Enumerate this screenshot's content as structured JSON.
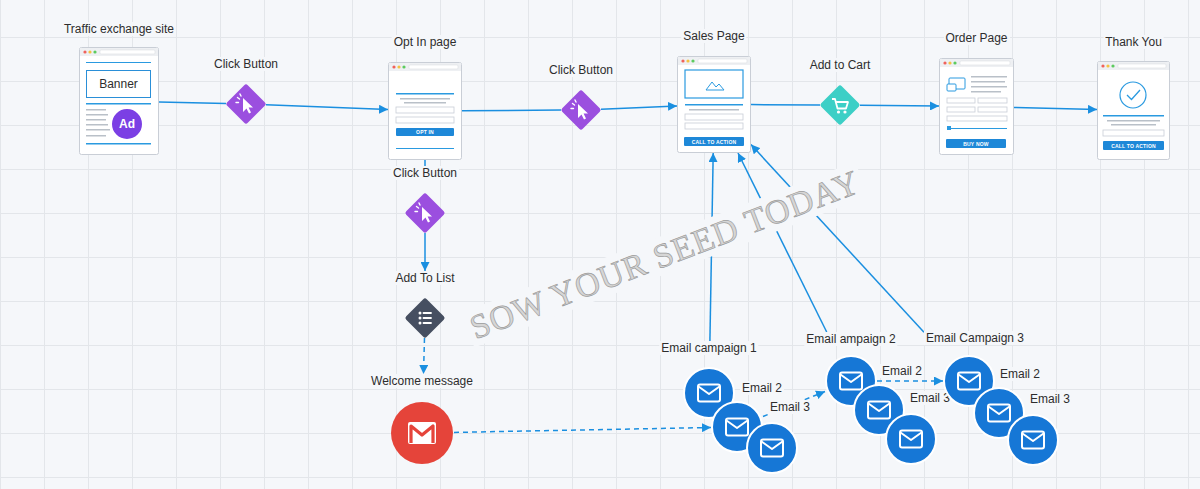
{
  "diagram": {
    "nodes": [
      {
        "text": [
          "Traffic exchange site"
        ]
      },
      {
        "text": [
          "Banner"
        ],
        "in": 0
      },
      {
        "text": [
          "Ad"
        ],
        "in": 0
      },
      {
        "text": [
          "Click Button"
        ]
      },
      {
        "text": [
          "Opt In page"
        ]
      },
      {
        "text": [
          "OPT IN"
        ],
        "in": 4
      },
      {
        "text": [
          "Click Button"
        ]
      },
      {
        "text": [
          "Sales Page"
        ]
      },
      {
        "text": [
          "CALL TO ACTION"
        ],
        "in": 7
      },
      {
        "text": [
          "Add to Cart"
        ]
      },
      {
        "text": [
          "Order Page"
        ]
      },
      {
        "text": [
          "BUY NOW"
        ],
        "in": 10
      },
      {
        "text": [
          "Thank You"
        ]
      },
      {
        "text": [
          "CALL TO ACTION"
        ],
        "in": 12
      },
      {
        "text": [
          "Click Button"
        ]
      },
      {
        "text": [
          "Add To List"
        ]
      },
      {
        "text": [
          "Welcome message"
        ]
      },
      {
        "text": [
          "Email campaign 1"
        ]
      },
      {
        "text": [
          "Email 2"
        ]
      },
      {
        "text": [
          "Email 3"
        ]
      },
      {
        "text": [
          "Email ampaign 2"
        ]
      },
      {
        "text": [
          "Email 2"
        ]
      },
      {
        "text": [
          "Email 3"
        ]
      },
      {
        "text": [
          "Email Campaign 3"
        ]
      },
      {
        "text": [
          "Email 2"
        ]
      },
      {
        "text": [
          "Email 3"
        ]
      }
    ],
    "edges": [
      {
        "from": 0,
        "to": 3,
        "arrow": "none"
      },
      {
        "from": 3,
        "to": 4,
        "arrow": "to"
      },
      {
        "from": 4,
        "to": 6,
        "arrow": "none"
      },
      {
        "from": 6,
        "to": 7,
        "arrow": "to"
      },
      {
        "from": 7,
        "to": 9,
        "arrow": "none"
      },
      {
        "from": 9,
        "to": 10,
        "arrow": "to"
      },
      {
        "from": 10,
        "to": 12,
        "arrow": "to"
      },
      {
        "from": 4,
        "to": 14,
        "arrow": "none"
      },
      {
        "from": 14,
        "to": 15,
        "arrow": "to"
      },
      {
        "from": 15,
        "to": 16,
        "arrow": "to"
      },
      {
        "from": 16,
        "to": 18,
        "arrow": "to"
      },
      {
        "from": 18,
        "to": 20,
        "arrow": "to"
      },
      {
        "from": 20,
        "to": 23,
        "arrow": "to"
      },
      {
        "from": 17,
        "to": 7,
        "arrow": "to"
      },
      {
        "from": 20,
        "to": 7,
        "arrow": "to"
      },
      {
        "from": 23,
        "to": 7,
        "arrow": "to"
      }
    ],
    "labels": [
      "SOW YOUR SEED TODAY"
    ]
  }
}
